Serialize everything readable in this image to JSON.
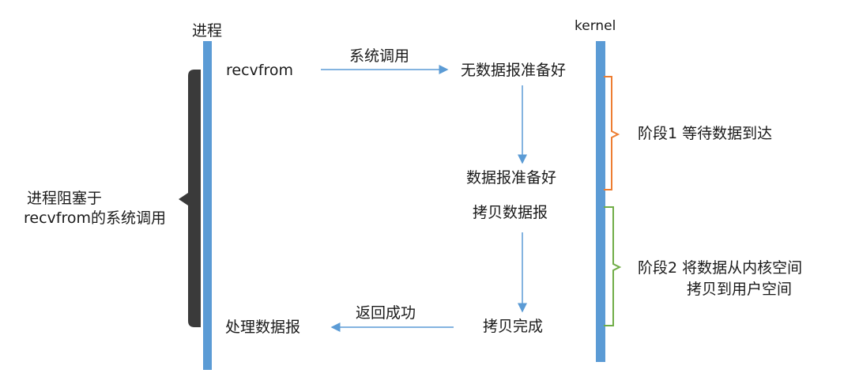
{
  "diagram": {
    "process_label": "进程",
    "kernel_label": "kernel",
    "blocked_note": {
      "line1": "进程阻塞于",
      "line2": "recvfrom的系统调用"
    },
    "steps": {
      "recvfrom": "recvfrom",
      "syscall": "系统调用",
      "no_datagram": "无数据报准备好",
      "datagram_ready": "数据报准备好",
      "copy_datagram": "拷贝数据报",
      "copy_done": "拷贝完成",
      "return_ok": "返回成功",
      "process_datagram": "处理数据报"
    },
    "phases": {
      "phase1": "阶段1 等待数据到达",
      "phase2_line1": "阶段2 将数据从内核空间",
      "phase2_line2": "拷贝到用户空间"
    },
    "colors": {
      "timeline": "#5b9bd5",
      "arrow": "#5b9bd5",
      "block_bar": "#3a3a3a",
      "phase1_brace": "#ed7d31",
      "phase2_brace": "#70ad47"
    }
  }
}
